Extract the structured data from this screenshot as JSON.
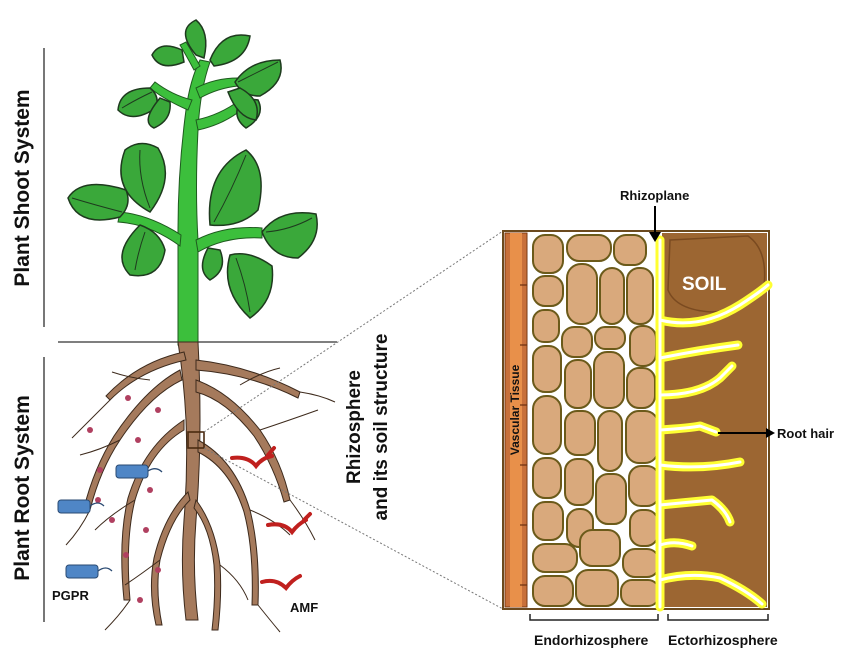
{
  "labels": {
    "shoot_system": "Plant Shoot System",
    "root_system": "Plant Root System",
    "rhizosphere_line1": "Rhizosphere",
    "rhizosphere_line2": "and its soil structure",
    "pgpr": "PGPR",
    "amf": "AMF",
    "rhizoplane": "Rhizoplane",
    "soil": "SOIL",
    "vascular_tissue": "Vascular Tissue",
    "root_hair": "Root hair",
    "endorhizosphere": "Endorhizosphere",
    "ectorhizosphere": "Ectorhizosphere"
  },
  "colors": {
    "leaf": "#3aa83a",
    "leaf_outline": "#1e3a1e",
    "stem": "#3cbf3c",
    "root": "#a57a5c",
    "cell_fill": "#d9a97c",
    "cell_outline": "#6b5a1a",
    "soil": "#9c6632",
    "root_hair": "#ffff33",
    "vascular": "#c8703a",
    "pgpr": "#4f86c6",
    "amf": "#c0201e",
    "nodule": "#b04060"
  }
}
